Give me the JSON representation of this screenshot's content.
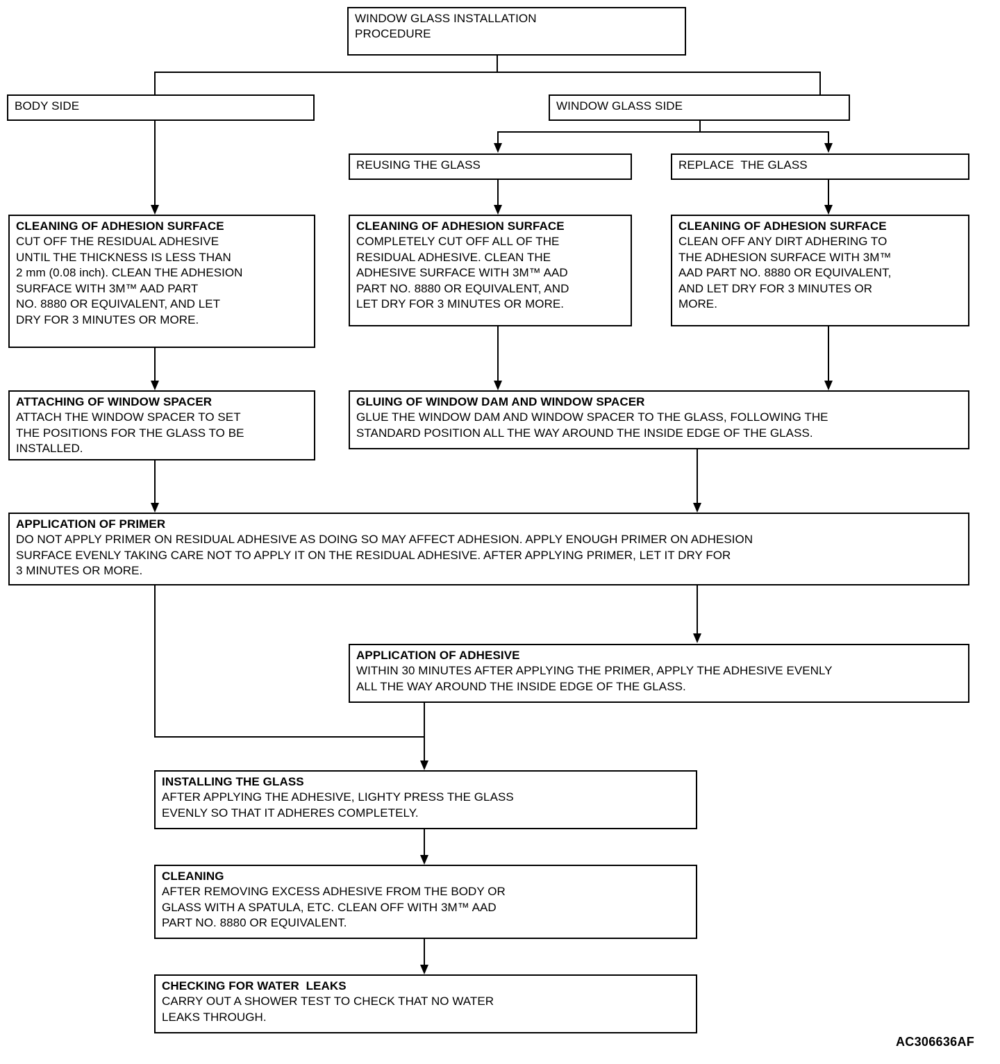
{
  "diagram": {
    "figure_code": "AC306636AF",
    "nodes": {
      "root": {
        "title": "WINDOW GLASS INSTALLATION\nPROCEDURE",
        "body": ""
      },
      "body_side": {
        "title": "BODY SIDE",
        "body": ""
      },
      "glass_side": {
        "title": "WINDOW GLASS SIDE",
        "body": ""
      },
      "reusing": {
        "title": "REUSING THE GLASS",
        "body": ""
      },
      "replace": {
        "title": "REPLACE  THE GLASS",
        "body": ""
      },
      "clean_body": {
        "title": "CLEANING OF ADHESION SURFACE",
        "body": "CUT OFF THE RESIDUAL ADHESIVE\nUNTIL THE THICKNESS IS LESS THAN\n2 mm (0.08 inch). CLEAN THE ADHESION\nSURFACE WITH 3M™ AAD PART\nNO. 8880 OR EQUIVALENT, AND LET\nDRY FOR 3 MINUTES OR MORE."
      },
      "clean_reuse": {
        "title": "CLEANING OF ADHESION SURFACE",
        "body": "COMPLETELY CUT OFF ALL OF THE\nRESIDUAL ADHESIVE. CLEAN THE\nADHESIVE SURFACE WITH 3M™ AAD\nPART NO. 8880 OR EQUIVALENT, AND\nLET DRY FOR 3 MINUTES OR MORE."
      },
      "clean_replace": {
        "title": "CLEANING OF ADHESION SURFACE",
        "body": "CLEAN OFF ANY DIRT ADHERING TO\nTHE ADHESION SURFACE WITH 3M™\nAAD PART NO. 8880 OR EQUIVALENT,\nAND LET DRY FOR 3 MINUTES OR\nMORE."
      },
      "attach_spacer": {
        "title": "ATTACHING OF WINDOW SPACER",
        "body": "ATTACH THE WINDOW SPACER TO SET\nTHE POSITIONS FOR THE GLASS TO BE\nINSTALLED."
      },
      "gluing_dam": {
        "title": "GLUING OF WINDOW DAM AND WINDOW SPACER",
        "body": "GLUE THE WINDOW DAM AND WINDOW SPACER TO THE GLASS, FOLLOWING THE\nSTANDARD POSITION ALL THE WAY AROUND THE INSIDE EDGE OF THE GLASS."
      },
      "primer": {
        "title": "APPLICATION OF PRIMER",
        "body": "DO NOT APPLY PRIMER ON RESIDUAL ADHESIVE AS DOING SO MAY AFFECT ADHESION. APPLY ENOUGH PRIMER ON ADHESION\nSURFACE EVENLY TAKING CARE NOT TO APPLY IT ON THE RESIDUAL ADHESIVE. AFTER APPLYING PRIMER, LET IT DRY FOR\n3 MINUTES OR MORE."
      },
      "adhesive": {
        "title": "APPLICATION OF ADHESIVE",
        "body": "WITHIN 30 MINUTES AFTER APPLYING THE PRIMER, APPLY THE ADHESIVE EVENLY\nALL THE WAY AROUND THE INSIDE EDGE OF THE GLASS."
      },
      "installing": {
        "title": "INSTALLING THE GLASS",
        "body": "AFTER APPLYING THE ADHESIVE, LIGHTY  PRESS THE GLASS\nEVENLY SO THAT IT ADHERES COMPLETELY."
      },
      "cleaning": {
        "title": "CLEANING",
        "body": "AFTER REMOVING EXCESS ADHESIVE FROM THE BODY OR\nGLASS WITH A SPATULA, ETC. CLEAN OFF  WITH 3M™ AAD\nPART NO. 8880 OR EQUIVALENT."
      },
      "water_leaks": {
        "title": "CHECKING FOR WATER  LEAKS",
        "body": "CARRY OUT A SHOWER TEST TO CHECK THAT NO WATER\nLEAKS THROUGH."
      }
    },
    "colors": {
      "line": "#000000",
      "background": "#ffffff",
      "text": "#000000"
    }
  }
}
